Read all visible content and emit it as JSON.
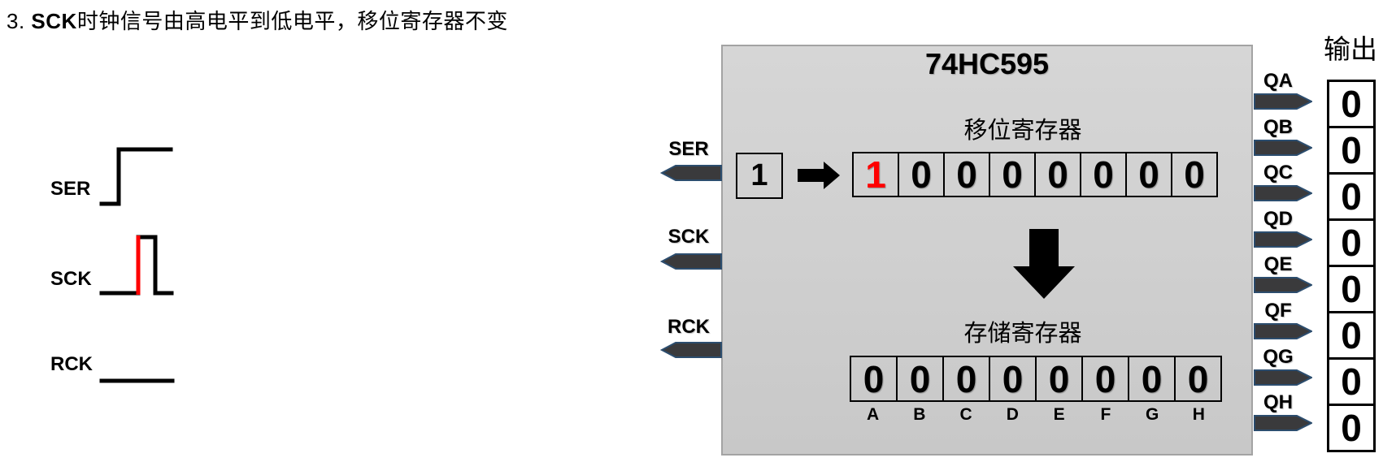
{
  "heading": {
    "number": "3.",
    "keyword": "SCK",
    "rest": "时钟信号由高电平到低电平，移位寄存器不变"
  },
  "timing": {
    "signals": [
      {
        "name": "SER"
      },
      {
        "name": "SCK"
      },
      {
        "name": "RCK"
      }
    ]
  },
  "chip": {
    "title": "74HC595",
    "input_bit": "1",
    "left_pins": [
      "SER",
      "SCK",
      "RCK"
    ],
    "right_pins": [
      "QA",
      "QB",
      "QC",
      "QD",
      "QE",
      "QF",
      "QG",
      "QH"
    ],
    "shift_register": {
      "label": "移位寄存器",
      "bits": [
        "1",
        "0",
        "0",
        "0",
        "0",
        "0",
        "0",
        "0"
      ],
      "highlight_index": 0
    },
    "storage_register": {
      "label": "存储寄存器",
      "bits": [
        "0",
        "0",
        "0",
        "0",
        "0",
        "0",
        "0",
        "0"
      ],
      "cell_labels": [
        "A",
        "B",
        "C",
        "D",
        "E",
        "F",
        "G",
        "H"
      ]
    }
  },
  "output_column": {
    "label": "输出",
    "values": [
      "0",
      "0",
      "0",
      "0",
      "0",
      "0",
      "0",
      "0"
    ]
  },
  "colors": {
    "highlight_red": "#ff0000",
    "chip_fill": "#d1d1d1",
    "chip_border": "#a3a3a3",
    "pin_arrow_fill": "#3a3a3c",
    "pin_arrow_border": "#2c4d6e",
    "waveform_black": "#000000"
  }
}
